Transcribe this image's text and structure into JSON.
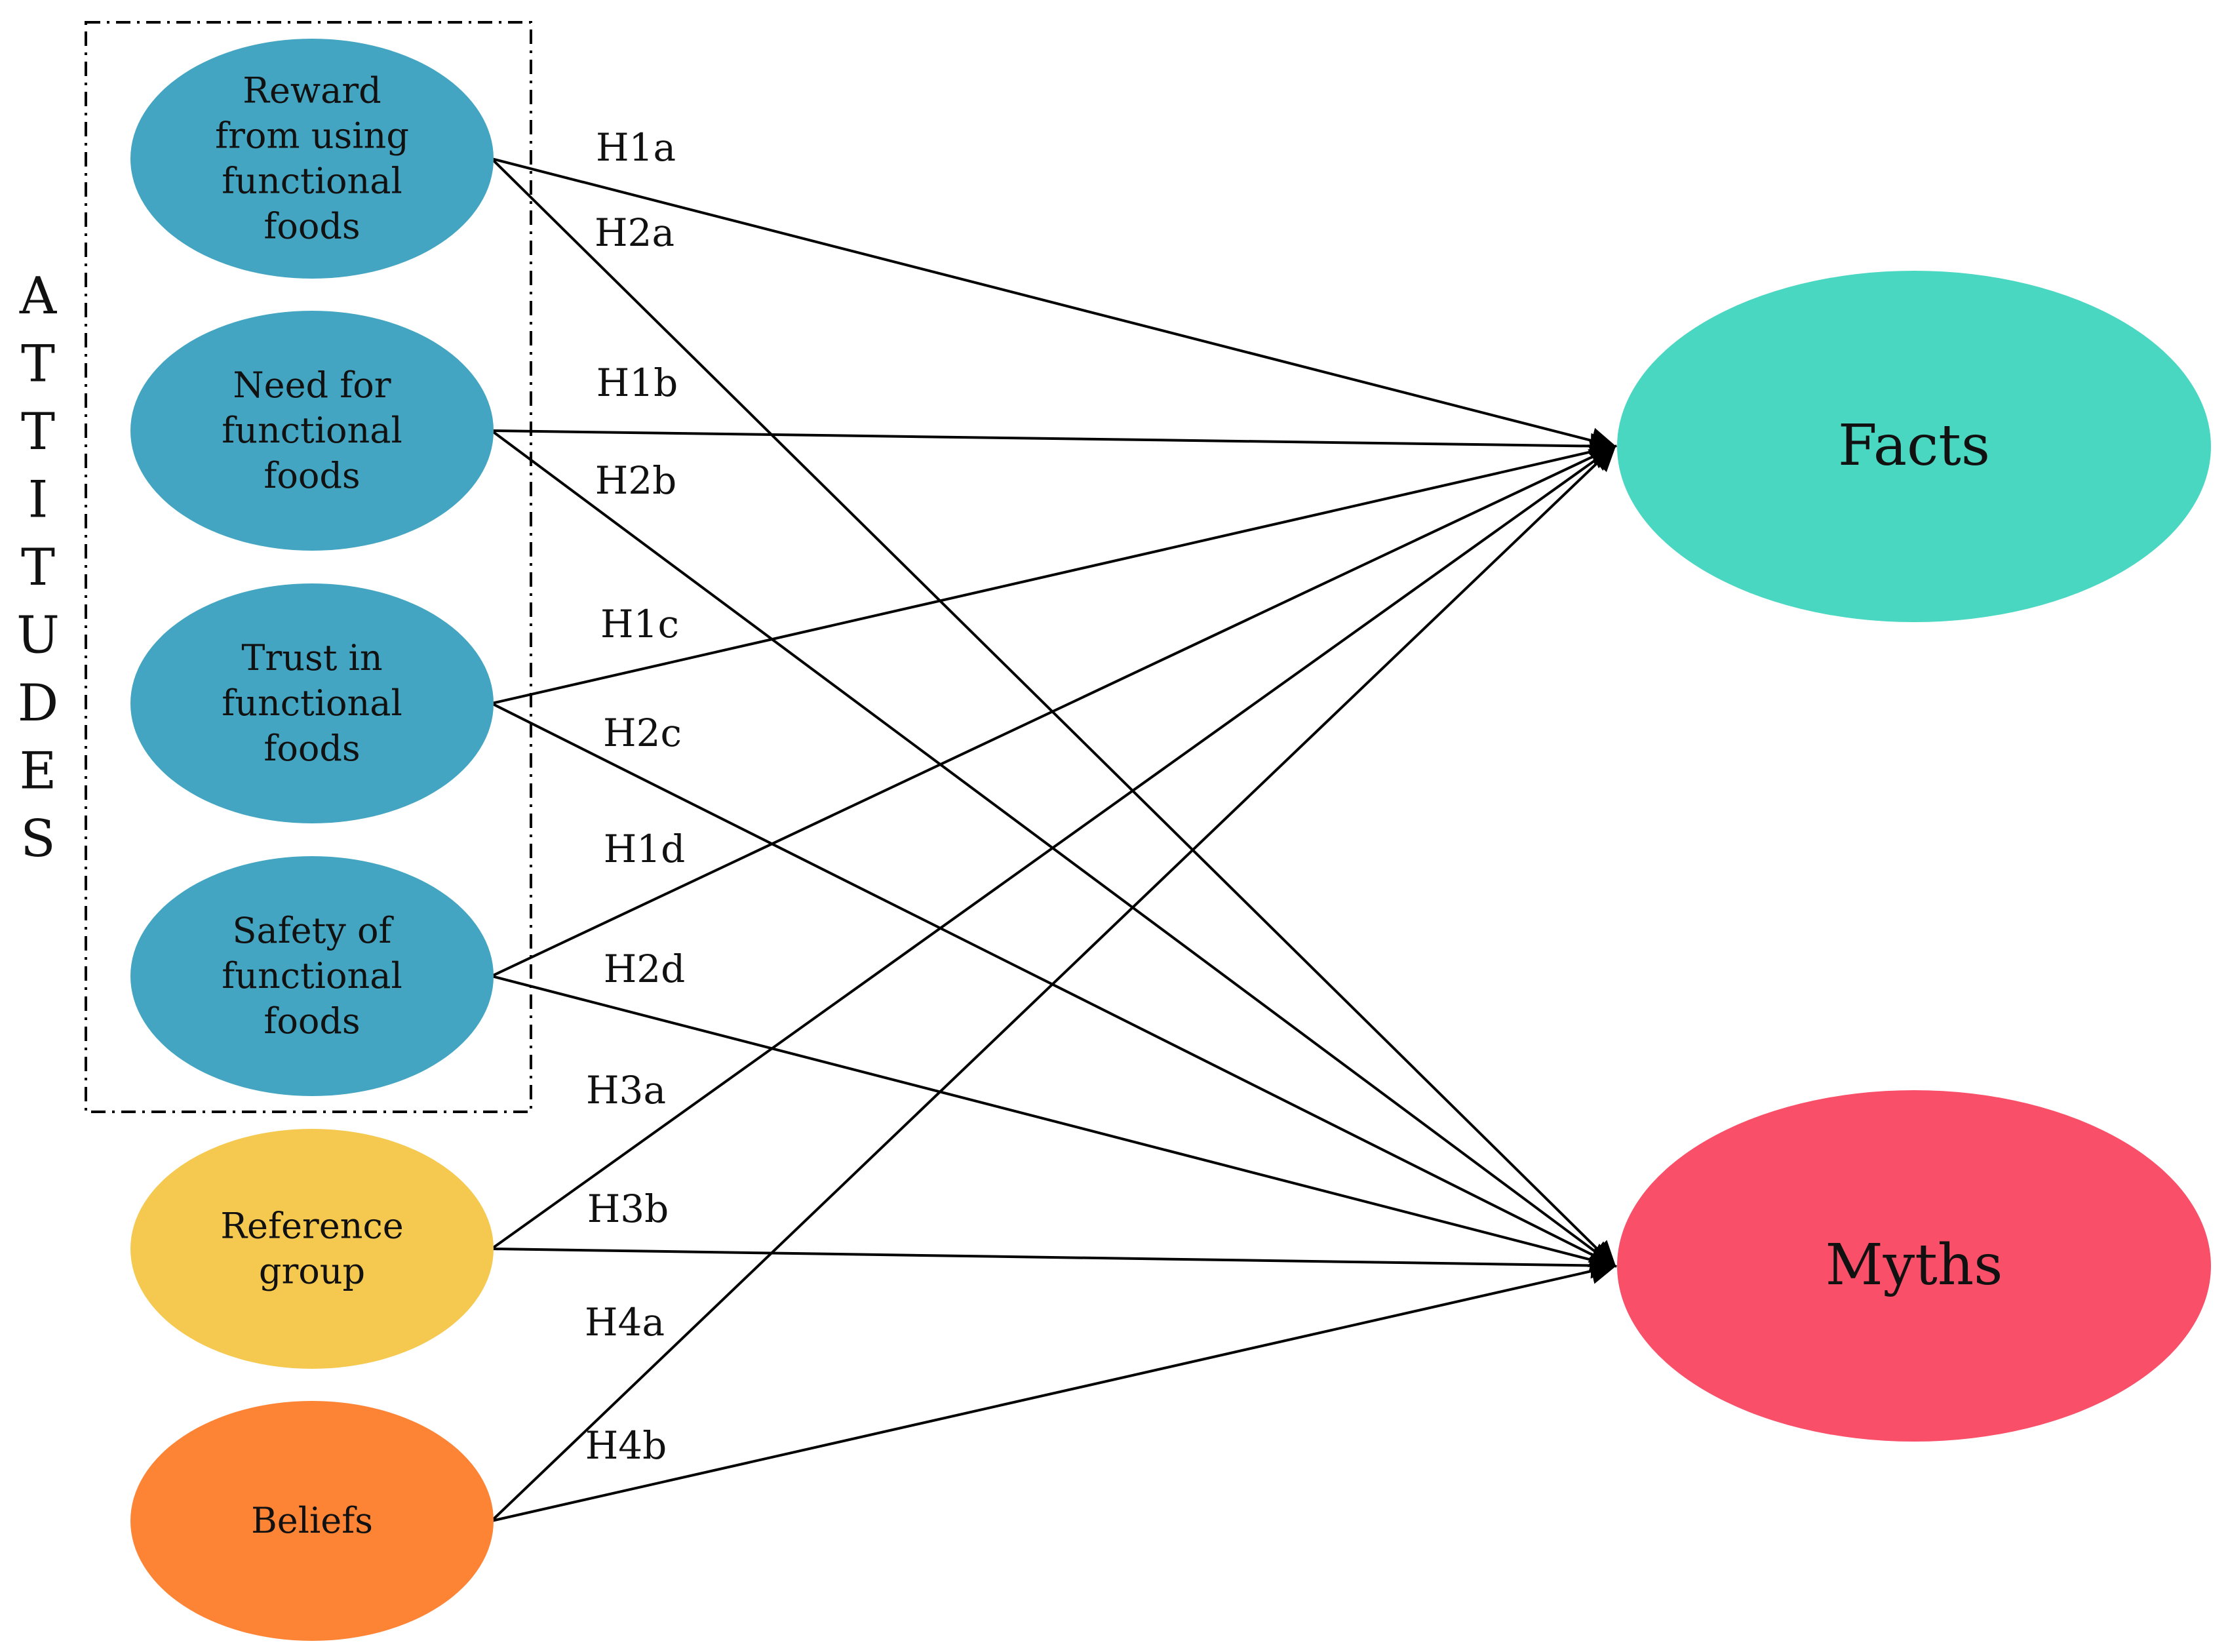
{
  "group_label": "ATTITUDES",
  "inputs": [
    {
      "id": "reward",
      "lines": [
        "Reward",
        "from using",
        "functional",
        "foods"
      ],
      "color": "#43a5c1"
    },
    {
      "id": "need",
      "lines": [
        "Need for",
        "functional",
        "foods"
      ],
      "color": "#43a5c1"
    },
    {
      "id": "trust",
      "lines": [
        "Trust in",
        "functional",
        "foods"
      ],
      "color": "#43a5c1"
    },
    {
      "id": "safety",
      "lines": [
        "Safety of",
        "functional",
        "foods"
      ],
      "color": "#43a5c1"
    },
    {
      "id": "reference",
      "lines": [
        "Reference",
        "group"
      ],
      "color": "#f5c94f"
    },
    {
      "id": "beliefs",
      "lines": [
        "Beliefs"
      ],
      "color": "#fd8335"
    }
  ],
  "outputs": [
    {
      "id": "facts",
      "label": "Facts",
      "color": "#4ad7c2"
    },
    {
      "id": "myths",
      "label": "Myths",
      "color": "#fa4f69"
    }
  ],
  "edges": [
    {
      "from": "reward",
      "to": "facts",
      "label": "H1a"
    },
    {
      "from": "reward",
      "to": "myths",
      "label": "H2a"
    },
    {
      "from": "need",
      "to": "facts",
      "label": "H1b"
    },
    {
      "from": "need",
      "to": "myths",
      "label": "H2b"
    },
    {
      "from": "trust",
      "to": "facts",
      "label": "H1c"
    },
    {
      "from": "trust",
      "to": "myths",
      "label": "H2c"
    },
    {
      "from": "safety",
      "to": "facts",
      "label": "H1d"
    },
    {
      "from": "safety",
      "to": "myths",
      "label": "H2d"
    },
    {
      "from": "reference",
      "to": "facts",
      "label": "H3a"
    },
    {
      "from": "reference",
      "to": "myths",
      "label": "H3b"
    },
    {
      "from": "beliefs",
      "to": "facts",
      "label": "H4a"
    },
    {
      "from": "beliefs",
      "to": "myths",
      "label": "H4b"
    }
  ]
}
